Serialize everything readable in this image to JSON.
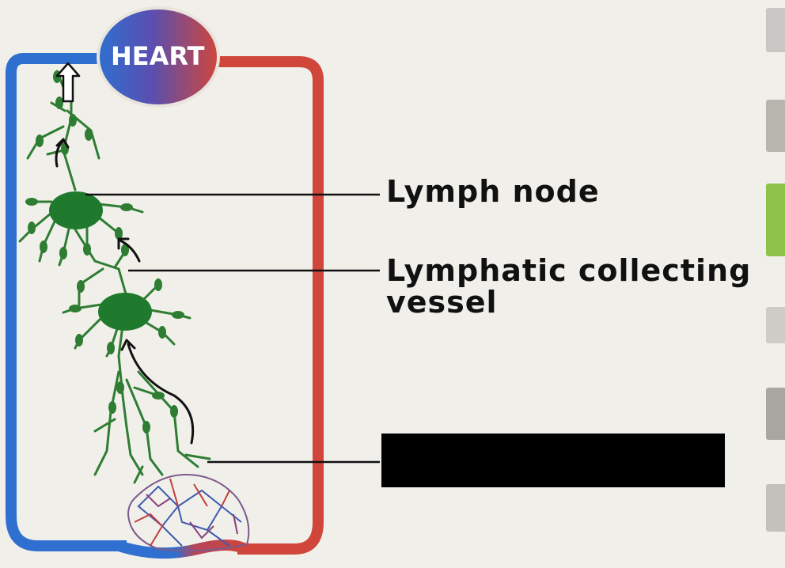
{
  "heart": {
    "label": "HEART"
  },
  "labels": {
    "lymph_node": "Lymph node",
    "collecting_vessel_line1": "Lymphatic collecting",
    "collecting_vessel_line2": "vessel",
    "hidden_label": ""
  },
  "colors": {
    "vein_blue": "#2f6fd0",
    "artery_red": "#d0463b",
    "lymph_green": "#2e7d32",
    "node_green": "#1f7a2e",
    "background": "#f1efea"
  },
  "thumbnails": [
    {
      "name": "thumb-1"
    },
    {
      "name": "thumb-2"
    },
    {
      "name": "thumb-3-green"
    },
    {
      "name": "thumb-4"
    },
    {
      "name": "thumb-5"
    },
    {
      "name": "thumb-6"
    }
  ]
}
